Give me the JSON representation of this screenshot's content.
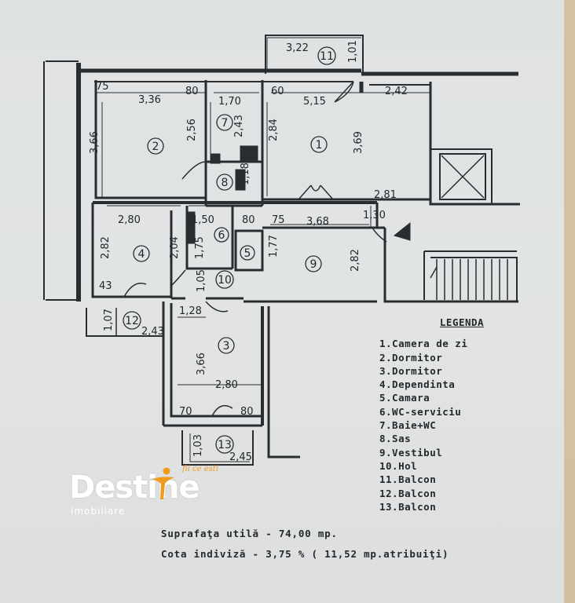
{
  "rooms": [
    {
      "id": "1"
    },
    {
      "id": "2"
    },
    {
      "id": "3"
    },
    {
      "id": "4"
    },
    {
      "id": "5"
    },
    {
      "id": "6"
    },
    {
      "id": "7"
    },
    {
      "id": "8"
    },
    {
      "id": "9"
    },
    {
      "id": "10"
    },
    {
      "id": "11"
    },
    {
      "id": "12"
    },
    {
      "id": "13"
    }
  ],
  "dimensions": [
    "3,22",
    "1,01",
    "75",
    "3,36",
    "80",
    "1,70",
    "60",
    "5,15",
    "2,42",
    "3,66",
    "2,56",
    "2,43",
    "2,84",
    "3,69",
    "1,18",
    "2,81",
    "2,80",
    "1,50",
    "80",
    "75",
    "3,68",
    "1,30",
    "2,82",
    "2,04",
    "1,75",
    "1,77",
    "2,82",
    "43",
    "1,05",
    "1,28",
    "1,07",
    "2,43",
    "3,66",
    "2,80",
    "70",
    "80",
    "1,03",
    "2,45"
  ],
  "legend": {
    "title": "LEGENDA",
    "items": [
      "1.Camera de zi",
      "2.Dormitor",
      "3.Dormitor",
      "4.Dependinta",
      "5.Camara",
      "6.WC-serviciu",
      "7.Baie+WC",
      "8.Sas",
      "9.Vestibul",
      "10.Hol",
      "11.Balcon",
      "12.Balcon",
      "13.Balcon"
    ]
  },
  "notes": {
    "usable_area": "Suprafaţa utilă - 74,00 mp.",
    "share": "Cota indiviză - 3,75 % ( 11,52 mp.atribuiţi)"
  },
  "logo": {
    "name": "Destine",
    "subtitle": "imobiliare",
    "tagline": "fii ce esti",
    "brand_color": "#f29a1b"
  }
}
